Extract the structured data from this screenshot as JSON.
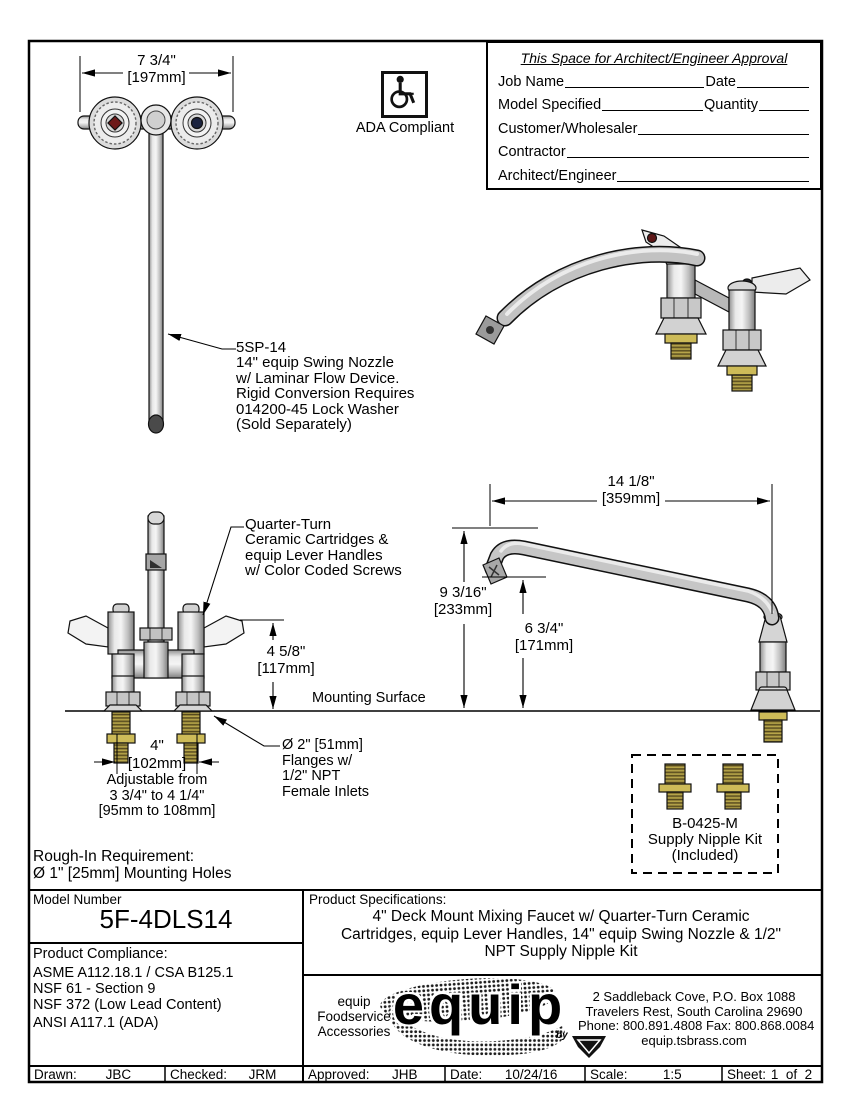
{
  "approval": {
    "title": "This Space for Architect/Engineer Approval",
    "job_name": "Job Name",
    "date": "Date",
    "model_specified": "Model Specified",
    "quantity": "Quantity",
    "customer": "Customer/Wholesaler",
    "contractor": "Contractor",
    "architect": "Architect/Engineer"
  },
  "ada": {
    "label": "ADA Compliant",
    "icon": "wheelchair-symbol"
  },
  "dimensions": {
    "handle_width_in": "7 3/4\"",
    "handle_width_mm": "[197mm]",
    "nozzle_reach_in": "14 1/8\"",
    "nozzle_reach_mm": "[359mm]",
    "nozzle_height_in": "9 3/16\"",
    "nozzle_height_mm": "[233mm]",
    "outlet_height_in": "6 3/4\"",
    "outlet_height_mm": "[171mm]",
    "deck_to_top_in": "4 5/8\"",
    "deck_to_top_mm": "[117mm]",
    "inlet_centers_in": "4\"",
    "inlet_centers_mm": "[102mm]",
    "adjustable_line1": "Adjustable from",
    "adjustable_line2": "3 3/4\" to 4 1/4\"",
    "adjustable_line3": "[95mm to 108mm]"
  },
  "callouts": {
    "nozzle": [
      "5SP-14",
      "14\" equip Swing Nozzle",
      "w/ Laminar Flow Device.",
      "Rigid Conversion Requires",
      "014200-45 Lock Washer",
      "(Sold Separately)"
    ],
    "cartridge": [
      "Quarter-Turn",
      "Ceramic Cartridges &",
      "equip Lever Handles",
      "w/ Color Coded Screws"
    ],
    "flange": [
      "Ø 2\" [51mm]",
      "Flanges w/",
      "1/2\" NPT",
      "Female Inlets"
    ],
    "mounting_surface": "Mounting Surface",
    "supply_kit": [
      "B-0425-M",
      "Supply Nipple Kit",
      "(Included)"
    ],
    "rough_in": [
      "Rough-In Requirement:",
      "Ø 1\" [25mm] Mounting Holes"
    ]
  },
  "title_block": {
    "model_number_label": "Model Number",
    "model_number": "5F-4DLS14",
    "compliance_label": "Product Compliance:",
    "compliance": [
      "ASME A112.18.1 / CSA B125.1",
      "NSF 61 - Section 9",
      "NSF 372 (Low Lead Content)",
      "ANSI A117.1 (ADA)"
    ],
    "specs_label": "Product Specifications:",
    "specs_lines": [
      "4\" Deck Mount Mixing Faucet w/ Quarter-Turn Ceramic",
      "Cartridges, equip Lever Handles, 14\" equip Swing Nozzle & 1/2\"",
      "NPT Supply Nipple Kit"
    ],
    "brand": [
      "equip",
      "Foodservice",
      "Accessories"
    ],
    "logo_word": "equip",
    "logo_by": "by",
    "address": [
      "2 Saddleback Cove, P.O. Box 1088",
      "Travelers Rest, South Carolina 29690",
      "Phone: 800.891.4808  Fax: 800.868.0084",
      "equip.tsbrass.com"
    ],
    "footer": {
      "drawn_label": "Drawn:",
      "drawn_value": "JBC",
      "checked_label": "Checked:",
      "checked_value": "JRM",
      "approved_label": "Approved:",
      "approved_value": "JHB",
      "date_label": "Date:",
      "date_value": "10/24/16",
      "scale_label": "Scale:",
      "scale_value": "1:5",
      "sheet_label": "Sheet:",
      "sheet_value": "1  of  2"
    }
  },
  "colors": {
    "line": "#111111",
    "metal": "#c8c8c8",
    "brass": "#8d7d35",
    "brass_light": "#cdbb58",
    "hot_screw": "#6e1a1a",
    "cold_screw": "#1c2440"
  }
}
